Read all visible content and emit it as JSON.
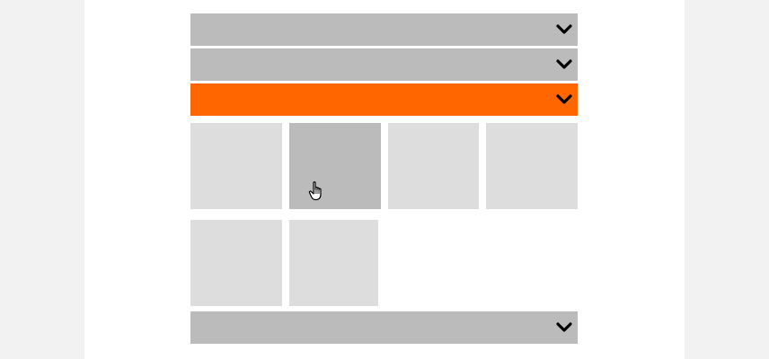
{
  "colors": {
    "page_bg": "#f2f2f2",
    "panel_bg": "#ffffff",
    "header_bg": "#bbbbbb",
    "header_active": "#ff6600",
    "tile_bg": "#dddddd",
    "tile_hover": "#bbbbbb"
  },
  "accordion": {
    "sections": [
      {
        "title": "",
        "state": "collapsed",
        "icon": "chevron-down-icon"
      },
      {
        "title": "",
        "state": "collapsed",
        "icon": "chevron-down-icon"
      },
      {
        "title": "",
        "state": "expanded",
        "icon": "chevron-down-icon"
      },
      {
        "title": "",
        "state": "collapsed",
        "icon": "chevron-down-icon"
      }
    ],
    "expanded_tiles": [
      {
        "label": "",
        "state": "normal"
      },
      {
        "label": "",
        "state": "hover"
      },
      {
        "label": "",
        "state": "normal"
      },
      {
        "label": "",
        "state": "normal"
      },
      {
        "label": "",
        "state": "normal"
      },
      {
        "label": "",
        "state": "normal"
      }
    ]
  },
  "cursor": {
    "icon": "hand-pointer-icon"
  }
}
